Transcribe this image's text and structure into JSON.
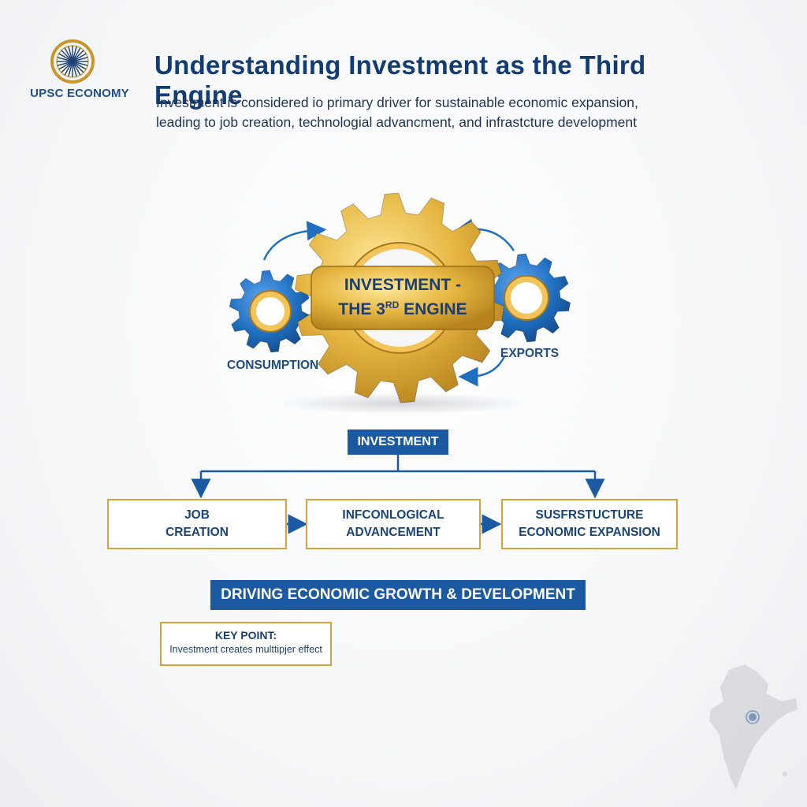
{
  "brand": {
    "name": "UPSC ECONOMY",
    "logo_icon": "ashoka-chakra-icon"
  },
  "header": {
    "title": "Understanding Investment as the Third Engine",
    "subtitle_line1": "Investment is considered io primary driver for sustainable economic expansion,",
    "subtitle_line2": "leading to job creation, technologial advancment, and infrastcture development"
  },
  "gears": {
    "center_line1": "INVESTMENT -",
    "center_line2_prefix": "THE 3",
    "center_line2_sup": "RD",
    "center_line2_suffix": " ENGINE",
    "left_label": "CONSUMPTION",
    "right_label": "EXPORTS"
  },
  "flow": {
    "root": "INVESTMENT",
    "outcomes": [
      {
        "line1": "JOB",
        "line2": "CREATION"
      },
      {
        "line1": "INFCONLOGICAL",
        "line2": "ADVANCEMENT"
      },
      {
        "line1": "SUSFRSTUCTURE",
        "line2": "ECONOMIC EXPANSION"
      }
    ]
  },
  "banner": "DRIVING ECONOMIC GROWTH & DEVELOPMENT",
  "key_point": {
    "heading": "KEY POINT:",
    "text": "Investment creates multtipjer effect"
  },
  "map": {
    "icon": "india-map-icon"
  },
  "colors": {
    "navy": "#123d73",
    "blue": "#1b5aa3",
    "gold": "#d4a43a",
    "gear_blue": "#1f6fc0",
    "gear_gold": "#e2b23c"
  }
}
